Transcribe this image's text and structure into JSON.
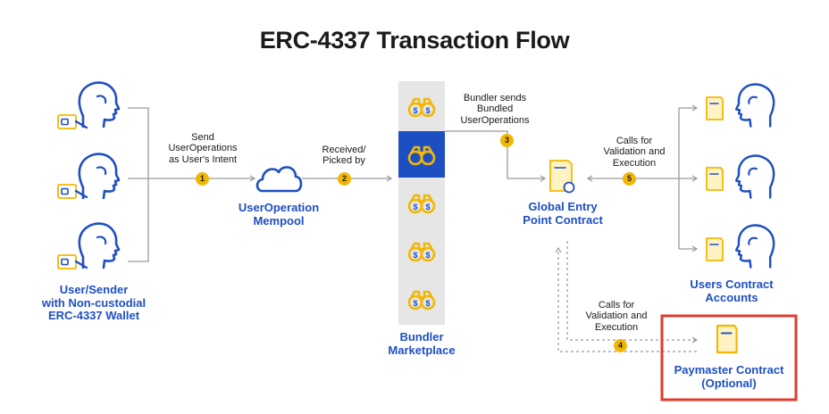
{
  "title": "ERC-4337 Transaction Flow",
  "nodes": {
    "sender": "User/Sender\nwith Non-custodial\nERC-4337 Wallet",
    "mempool": "UserOperation\nMempool",
    "marketplace": "Bundler\nMarketplace",
    "entry_point": "Global Entry\nPoint Contract",
    "accounts": "Users Contract\nAccounts",
    "paymaster": "Paymaster Contract\n(Optional)"
  },
  "steps": [
    {
      "number": "1",
      "label": "Send\nUserOperations\nas User's Intent"
    },
    {
      "number": "2",
      "label": "Received/\nPicked by"
    },
    {
      "number": "3",
      "label": "Bundler sends\nBundled\nUserOperations"
    },
    {
      "number": "4",
      "label": "Calls for\nValidation and\nExecution"
    },
    {
      "number": "5",
      "label": "Calls for\nValidation and\nExecution"
    }
  ],
  "icons": {
    "user": "user-head-icon",
    "wallet": "wallet-icon",
    "cloud": "cloud-icon",
    "bundler": "binoculars-coin-icon",
    "contract": "contract-document-icon"
  },
  "colors": {
    "accent_blue": "#1e4fc2",
    "accent_yellow": "#f2b705",
    "highlight_red": "#e23b2e",
    "arrow_gray": "#9a9a9a",
    "panel_gray": "#e6e6e6"
  }
}
